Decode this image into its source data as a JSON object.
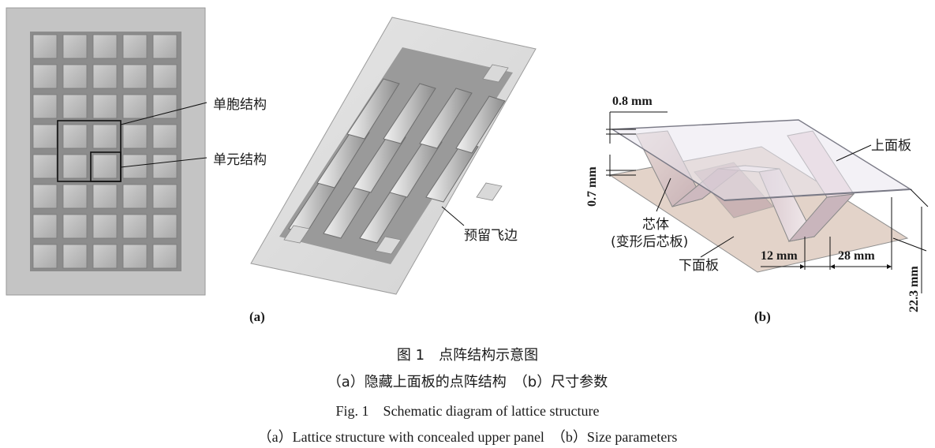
{
  "figure_a": {
    "label_cell": "单胞结构",
    "label_unit": "单元结构",
    "label_flange": "预留飞边",
    "panel_label": "(a)"
  },
  "figure_b": {
    "dim_top": "0.8 mm",
    "dim_side": "0.7 mm",
    "label_upper": "上面板",
    "label_core_1": "芯体",
    "label_core_2": "(变形后芯板)",
    "label_lower": "下面板",
    "dim_12": "12 mm",
    "dim_28": "28 mm",
    "dim_height": "22.3 mm",
    "panel_label": "(b)"
  },
  "caption": {
    "cn_title": "图 1　点阵结构示意图",
    "cn_sub": "（a）隐藏上面板的点阵结构　（b）尺寸参数",
    "en_title": "Fig. 1　Schematic diagram of lattice structure",
    "en_sub": "（a）Lattice structure with concealed upper panel　（b）Size parameters"
  }
}
